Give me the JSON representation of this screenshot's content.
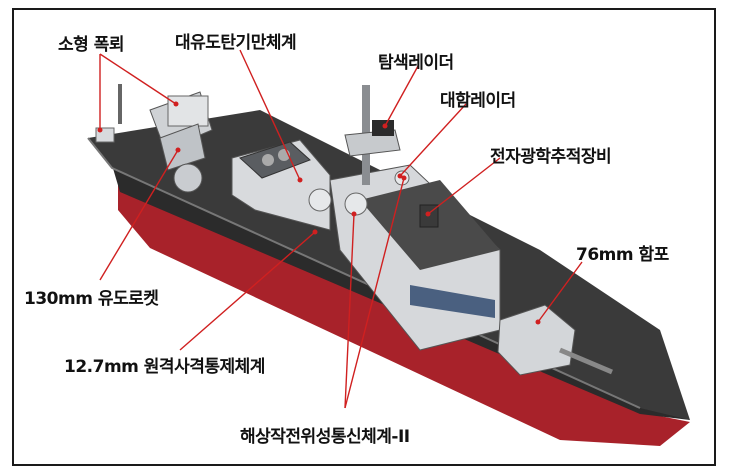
{
  "labels": {
    "small_torpedo": "소형 폭뢰",
    "torpedo_decoy": "대유도탄기만체계",
    "search_radar": "탐색레이더",
    "fire_control_radar": "대함레이더",
    "eo_tracking": "전자광학추적장비",
    "gun_76mm": "76mm 함포",
    "rocket_130mm": "130mm 유도로켓",
    "rws_127mm": "12.7mm 원격사격통제체계",
    "satcom": "해상작전위성통신체계-II"
  },
  "colors": {
    "leader": "#d02020",
    "hull_top": "#2b2b2b",
    "hull_red": "#a8222a",
    "superstructure": "#d8dadd",
    "deck": "#3a3a3a"
  }
}
